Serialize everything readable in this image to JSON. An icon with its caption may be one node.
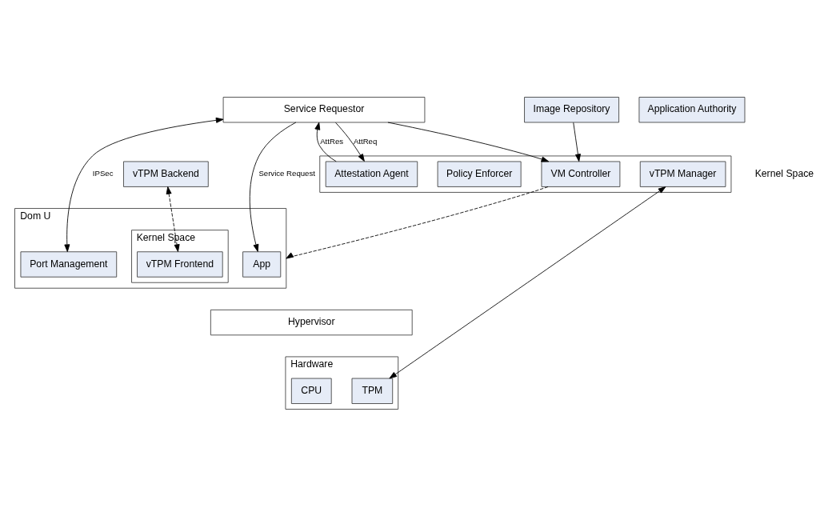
{
  "diagram": {
    "nodes": [
      {
        "text": [
          "Service Requestor"
        ]
      },
      {
        "text": [],
        "shape": "box"
      },
      {
        "text": [
          "Attestation Agent"
        ],
        "in": 1
      },
      {
        "text": [
          "VM Controller"
        ],
        "in": 1
      },
      {
        "text": [
          "Policy Enforcer"
        ],
        "in": 1
      },
      {
        "text": [
          "vTPM Manager"
        ],
        "in": 1
      },
      {
        "text": [
          "Dom U"
        ]
      },
      {
        "text": [
          "App"
        ],
        "in": 6
      },
      {
        "text": [
          "Port Management"
        ],
        "in": 6
      },
      {
        "text": [
          "Kernel Space"
        ],
        "in": 6
      },
      {
        "text": [
          "vTPM Frontend"
        ],
        "in": 9
      },
      {
        "text": [
          "Image Repository"
        ]
      },
      {
        "text": [
          "Application Authority"
        ]
      },
      {
        "text": [
          "vTPM Backend"
        ]
      },
      {
        "text": [
          "Hypervisor"
        ]
      },
      {
        "text": [
          "Hardware"
        ]
      },
      {
        "text": [
          "TPM"
        ],
        "in": 15
      },
      {
        "text": [
          "CPU"
        ],
        "in": 15
      }
    ],
    "edges": [
      {
        "from": 0,
        "to": 3,
        "arrow": "to"
      },
      {
        "from": 0,
        "to": 2,
        "arrow": "to",
        "label": "AttReq"
      },
      {
        "from": 2,
        "to": 0,
        "arrow": "to",
        "label": "AttRes"
      },
      {
        "from": 0,
        "to": 7,
        "arrow": "to",
        "label": "Service Request"
      },
      {
        "from": 0,
        "to": 8,
        "arrow": "both",
        "label": "IPSec"
      },
      {
        "from": 11,
        "to": 3,
        "arrow": "to"
      },
      {
        "from": 3,
        "to": 6,
        "arrow": "to",
        "style": "dashed"
      },
      {
        "from": 5,
        "to": 16,
        "arrow": "both"
      },
      {
        "from": 13,
        "to": 10,
        "arrow": "both",
        "style": "dashed"
      }
    ],
    "labels": [
      "Kernel Space"
    ]
  }
}
